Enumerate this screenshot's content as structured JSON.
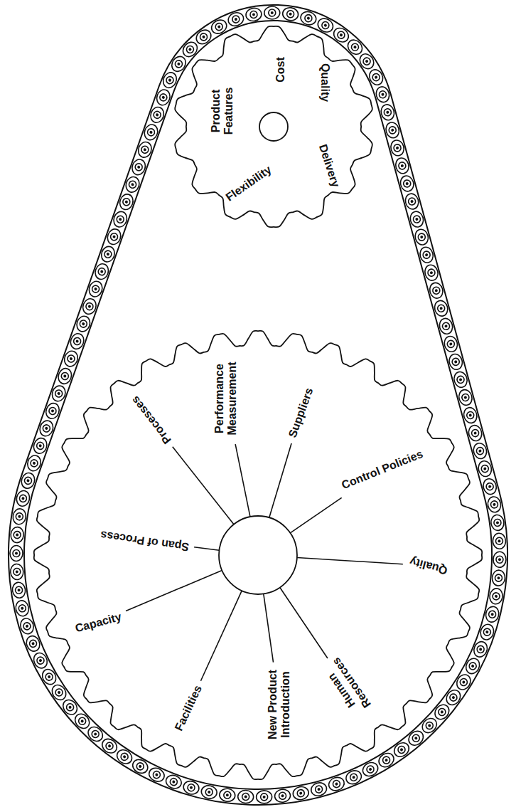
{
  "diagram": {
    "nodes": [
      {
        "text": [
          "Cost",
          "Quality",
          "Delivery",
          "Flexibility",
          "Product Features"
        ]
      },
      {
        "text": [
          "Processes",
          "Performance Measurement",
          "Suppliers",
          "Control Policies",
          "Quality",
          "Human Resources",
          "New Product Introduction",
          "Facilities",
          "Capacity",
          "Span of Process"
        ]
      }
    ]
  }
}
